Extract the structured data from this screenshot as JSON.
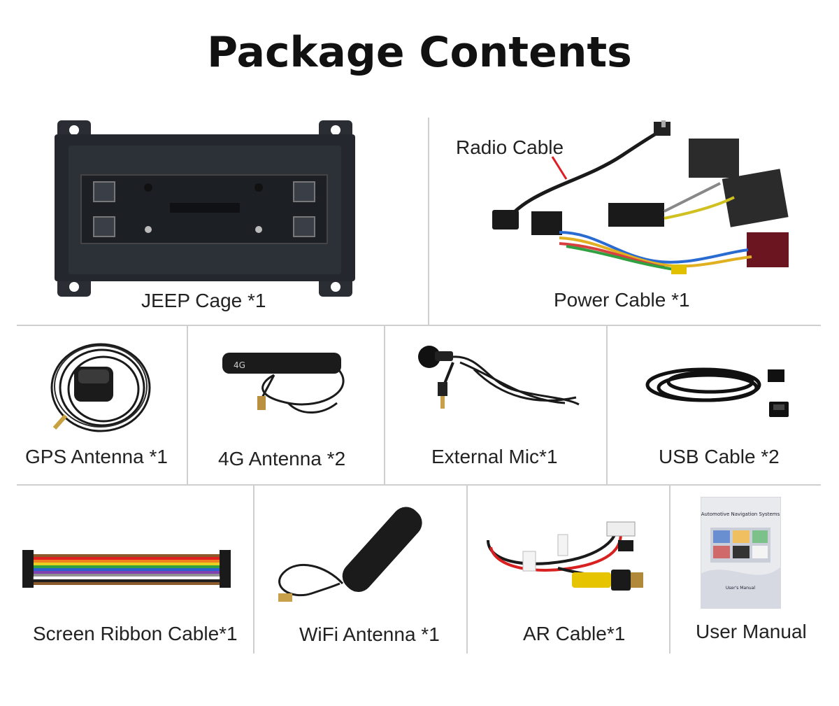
{
  "page": {
    "title": "Package Contents"
  },
  "items": [
    {
      "label": "JEEP Cage *1",
      "icon": "cage-icon"
    },
    {
      "label": "Power Cable *1",
      "icon": "power-cable-icon",
      "callout": "Radio Cable"
    },
    {
      "label": "GPS Antenna *1",
      "icon": "gps-antenna-icon"
    },
    {
      "label": "4G Antenna *2",
      "icon": "4g-antenna-icon",
      "badge": "4G"
    },
    {
      "label": "External Mic*1",
      "icon": "mic-icon"
    },
    {
      "label": "USB Cable *2",
      "icon": "usb-cable-icon"
    },
    {
      "label": "Screen Ribbon Cable*1",
      "icon": "ribbon-cable-icon"
    },
    {
      "label": "WiFi Antenna *1",
      "icon": "wifi-antenna-icon"
    },
    {
      "label": "AR Cable*1",
      "icon": "ar-cable-icon"
    },
    {
      "label": "User Manual",
      "icon": "manual-icon",
      "cover_title": "Automotive Navigation Systems",
      "cover_subtitle": "User's Manual"
    }
  ],
  "colors": {
    "callout_line": "#e01b24",
    "grid_line": "#cfcfcf",
    "device_body": "#24272d"
  }
}
